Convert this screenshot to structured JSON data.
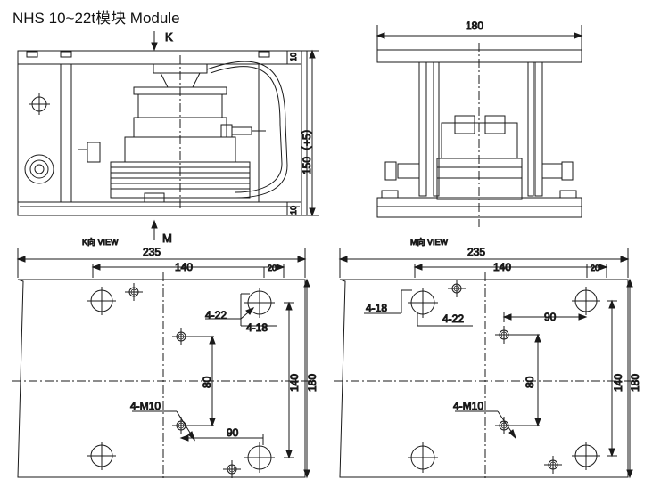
{
  "title": "NHS 10~22t模块 Module",
  "views": {
    "k_marker": "K",
    "m_marker": "M",
    "k_view": "K向 VIEW",
    "m_view": "M向 VIEW"
  },
  "front": {
    "dim_top": "10",
    "dim_bottom": "10",
    "dim_height": "150（+5）"
  },
  "side": {
    "dim_width": "180"
  },
  "k_plan": {
    "dim_overall": "235",
    "dim_140": "140",
    "dim_20": "20",
    "dim_80": "80",
    "dim_140v": "140",
    "dim_180v": "180",
    "dim_90": "90",
    "note_422": "4-22",
    "note_418": "4-18",
    "note_m10": "4-M10"
  },
  "m_plan": {
    "dim_overall": "235",
    "dim_140": "140",
    "dim_20": "20",
    "dim_80": "80",
    "dim_140v": "140",
    "dim_180v": "180",
    "dim_90": "90",
    "note_418": "4-18",
    "note_422": "4-22",
    "note_m10": "4-M10"
  },
  "colors": {
    "line": "#1a1a1a",
    "background": "#ffffff"
  }
}
